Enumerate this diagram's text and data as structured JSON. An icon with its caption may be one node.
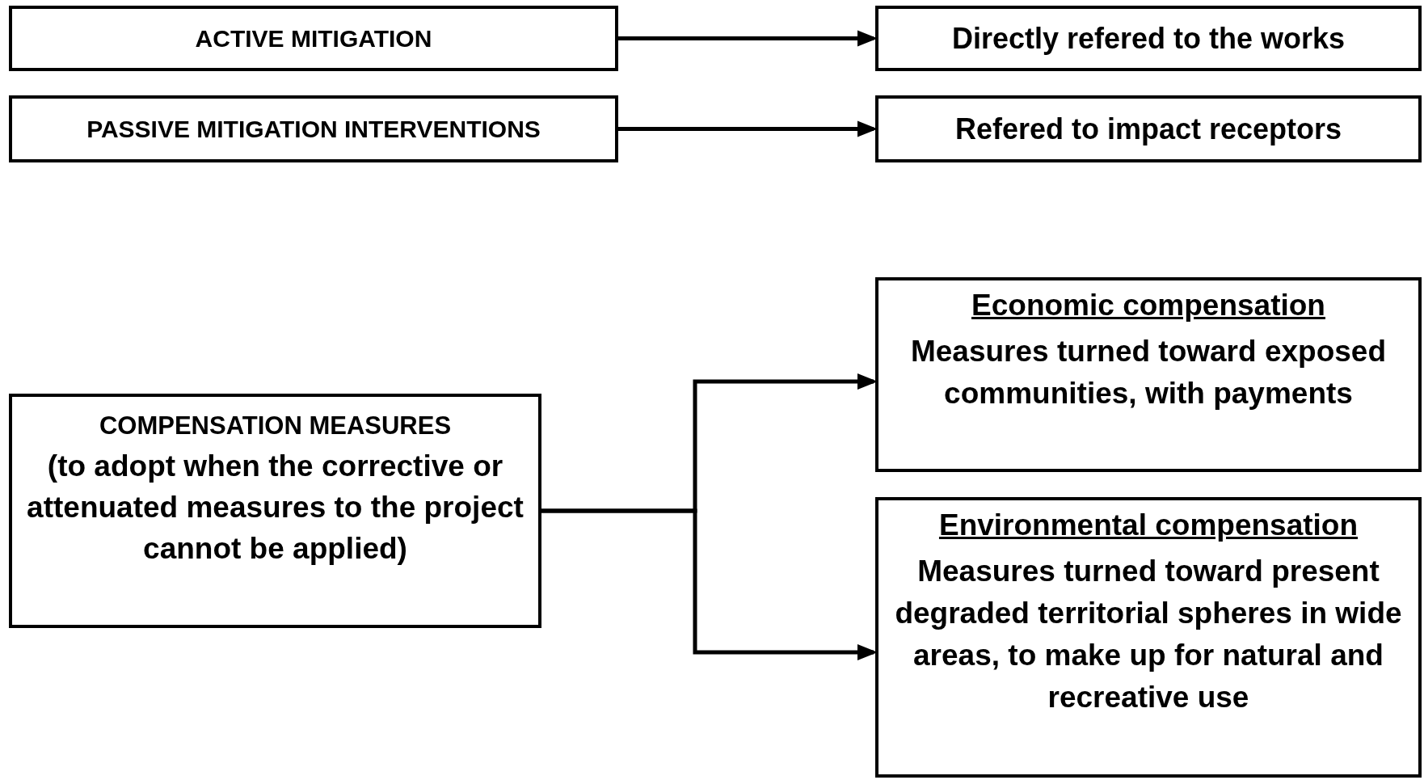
{
  "diagram": {
    "nodes": [
      {
        "text": [
          "ACTIVE MITIGATION"
        ]
      },
      {
        "text": [
          "PASSIVE MITIGATION INTERVENTIONS"
        ]
      },
      {
        "text": [
          "Directly refered to the works"
        ]
      },
      {
        "text": [
          "Refered to impact receptors"
        ]
      },
      {
        "text": [
          "COMPENSATION MEASURES",
          "(to adopt when the corrective or attenuated measures to the project cannot be applied)"
        ]
      },
      {
        "text": [
          "Economic compensation",
          "Measures turned toward exposed communities, with payments"
        ]
      },
      {
        "text": [
          "Environmental compensation",
          "Measures turned toward present degraded territorial spheres in wide areas, to make up for natural and recreative use"
        ]
      }
    ],
    "edges": [
      {
        "from": 0,
        "to": 2,
        "arrow": "to"
      },
      {
        "from": 1,
        "to": 3,
        "arrow": "to"
      },
      {
        "from": 4,
        "to": 5,
        "arrow": "to"
      },
      {
        "from": 4,
        "to": 6,
        "arrow": "to"
      }
    ]
  }
}
